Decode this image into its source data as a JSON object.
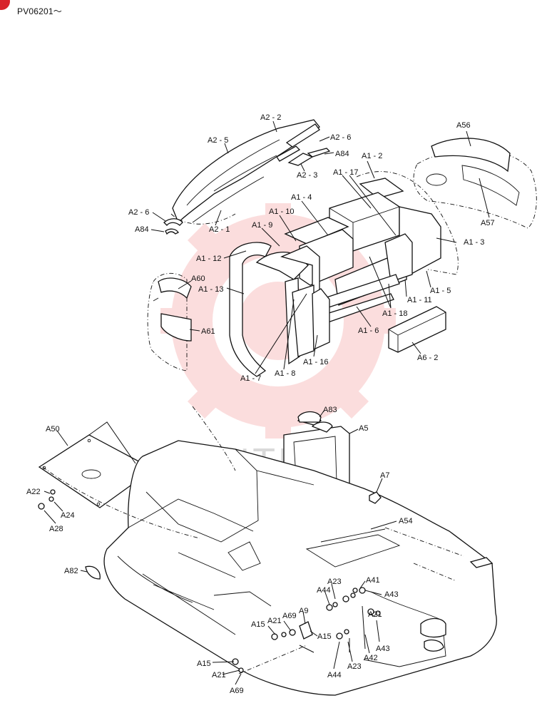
{
  "header": {
    "serial_range": "PV06201～"
  },
  "watermark": {
    "text": "MITEX",
    "color": "#f06a6a"
  },
  "accent": {
    "corner_badge": "#d8232a"
  },
  "labels": {
    "A2_2": "A2 - 2",
    "A2_5": "A2 - 5",
    "A2_6_top": "A2 - 6",
    "A84_top": "A84",
    "A2_3": "A2 - 3",
    "A2_6_left": "A2 - 6",
    "A84_left": "A84",
    "A2_1": "A2 - 1",
    "A56": "A56",
    "A57": "A57",
    "A1_2": "A1 - 2",
    "A1_17": "A1 - 17",
    "A1_4": "A1 - 4",
    "A1_10": "A1 - 10",
    "A1_9": "A1 - 9",
    "A1_12": "A1 - 12",
    "A1_3": "A1 - 3",
    "A1_5": "A1 - 5",
    "A1_11": "A1 - 11",
    "A1_18": "A1 - 18",
    "A60": "A60",
    "A1_13": "A1 - 13",
    "A61": "A61",
    "A1_6": "A1 - 6",
    "A1_16": "A1 - 16",
    "A1_7": "A1 - 7",
    "A1_8": "A1 - 8",
    "A6_2": "A6 - 2",
    "A83": "A83",
    "A50": "A50",
    "A5": "A5",
    "A7": "A7",
    "A22": "A22",
    "A24": "A24",
    "A28": "A28",
    "A54": "A54",
    "A82": "A82",
    "A23_top": "A23",
    "A41": "A41",
    "A44_top": "A44",
    "A43_top": "A43",
    "A21_mid": "A21",
    "A69_mid": "A69",
    "A9": "A9",
    "A15_left": "A15",
    "A21_right": "A21",
    "A15_mid": "A15",
    "A43_right": "A43",
    "A42": "A42",
    "A15_bottom": "A15",
    "A21_bottom": "A21",
    "A44_bottom": "A44",
    "A23_bottom": "A23",
    "A69_bottom": "A69"
  }
}
